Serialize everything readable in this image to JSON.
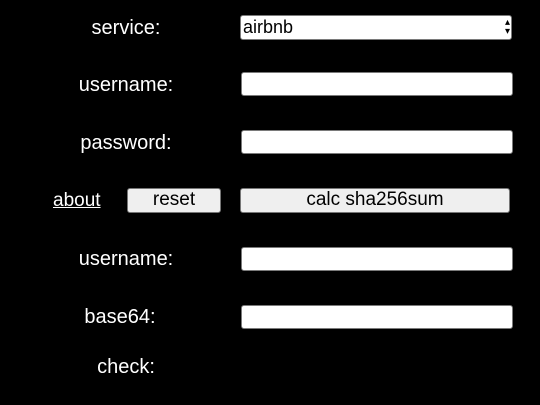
{
  "form": {
    "service_label": "service:",
    "service_value": "airbnb",
    "username_label": "username:",
    "username_value": "",
    "password_label": "password:",
    "password_value": "",
    "about_link": "about",
    "reset_button": "reset",
    "calc_button": "calc sha256sum",
    "result_username_label": "username:",
    "result_username_value": "",
    "base64_label": "base64:",
    "base64_value": "",
    "check_label": "check:"
  },
  "icons": {
    "select_arrow": "updown-arrow-icon"
  },
  "colors": {
    "background": "#000000",
    "text": "#ffffff",
    "field_bg": "#ffffff",
    "button_bg": "#efefef"
  }
}
